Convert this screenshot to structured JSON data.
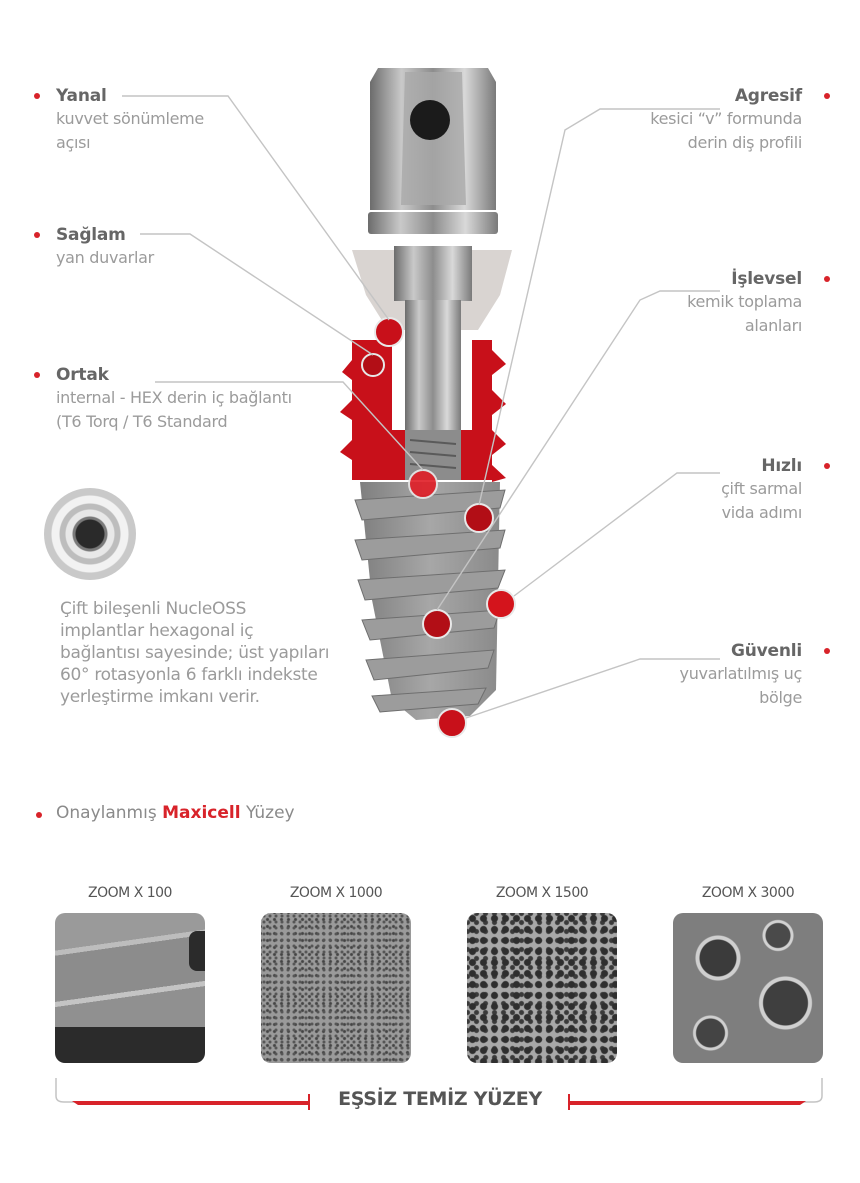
{
  "callouts_left": [
    {
      "title": "Yanal",
      "desc_lines": [
        "kuvvet sönümleme",
        "açısı"
      ]
    },
    {
      "title": "Sağlam",
      "desc_lines": [
        "yan duvarlar"
      ]
    },
    {
      "title": "Ortak",
      "desc_lines": [
        "internal - HEX derin iç bağlantı",
        "(T6 Torq / T6 Standard"
      ]
    }
  ],
  "callouts_right": [
    {
      "title": "Agresif",
      "desc_lines": [
        "kesici “v” formunda",
        "derin diş profili"
      ]
    },
    {
      "title": "İşlevsel",
      "desc_lines": [
        "kemik toplama",
        "alanları"
      ]
    },
    {
      "title": "Hızlı",
      "desc_lines": [
        "çift sarmal",
        "vida adımı"
      ]
    },
    {
      "title": "Güvenli",
      "desc_lines": [
        "yuvarlatılmış uç",
        "bölge"
      ]
    }
  ],
  "hex_description": {
    "lines": [
      "Çift bileşenli NucleOSS",
      "implantlar hexagonal iç",
      "bağlantısı sayesinde; üst yapıları",
      "60° rotasyonla 6 farklı indekste",
      "yerleştirme imkanı verir."
    ]
  },
  "surface": {
    "prefix": "Onaylanmış",
    "brand": "Maxicell",
    "suffix": "Yüzey",
    "zoom_levels": [
      {
        "label": "ZOOM X 100"
      },
      {
        "label": "ZOOM X 1000"
      },
      {
        "label": "ZOOM X 1500"
      },
      {
        "label": "ZOOM X 3000"
      }
    ],
    "footer_title": "EŞSİZ TEMİZ YÜZEY"
  },
  "colors": {
    "accent_red": "#d8232a",
    "implant_red": "#c8101a",
    "text_gray": "#9b9b9b",
    "title_gray": "#666666"
  }
}
